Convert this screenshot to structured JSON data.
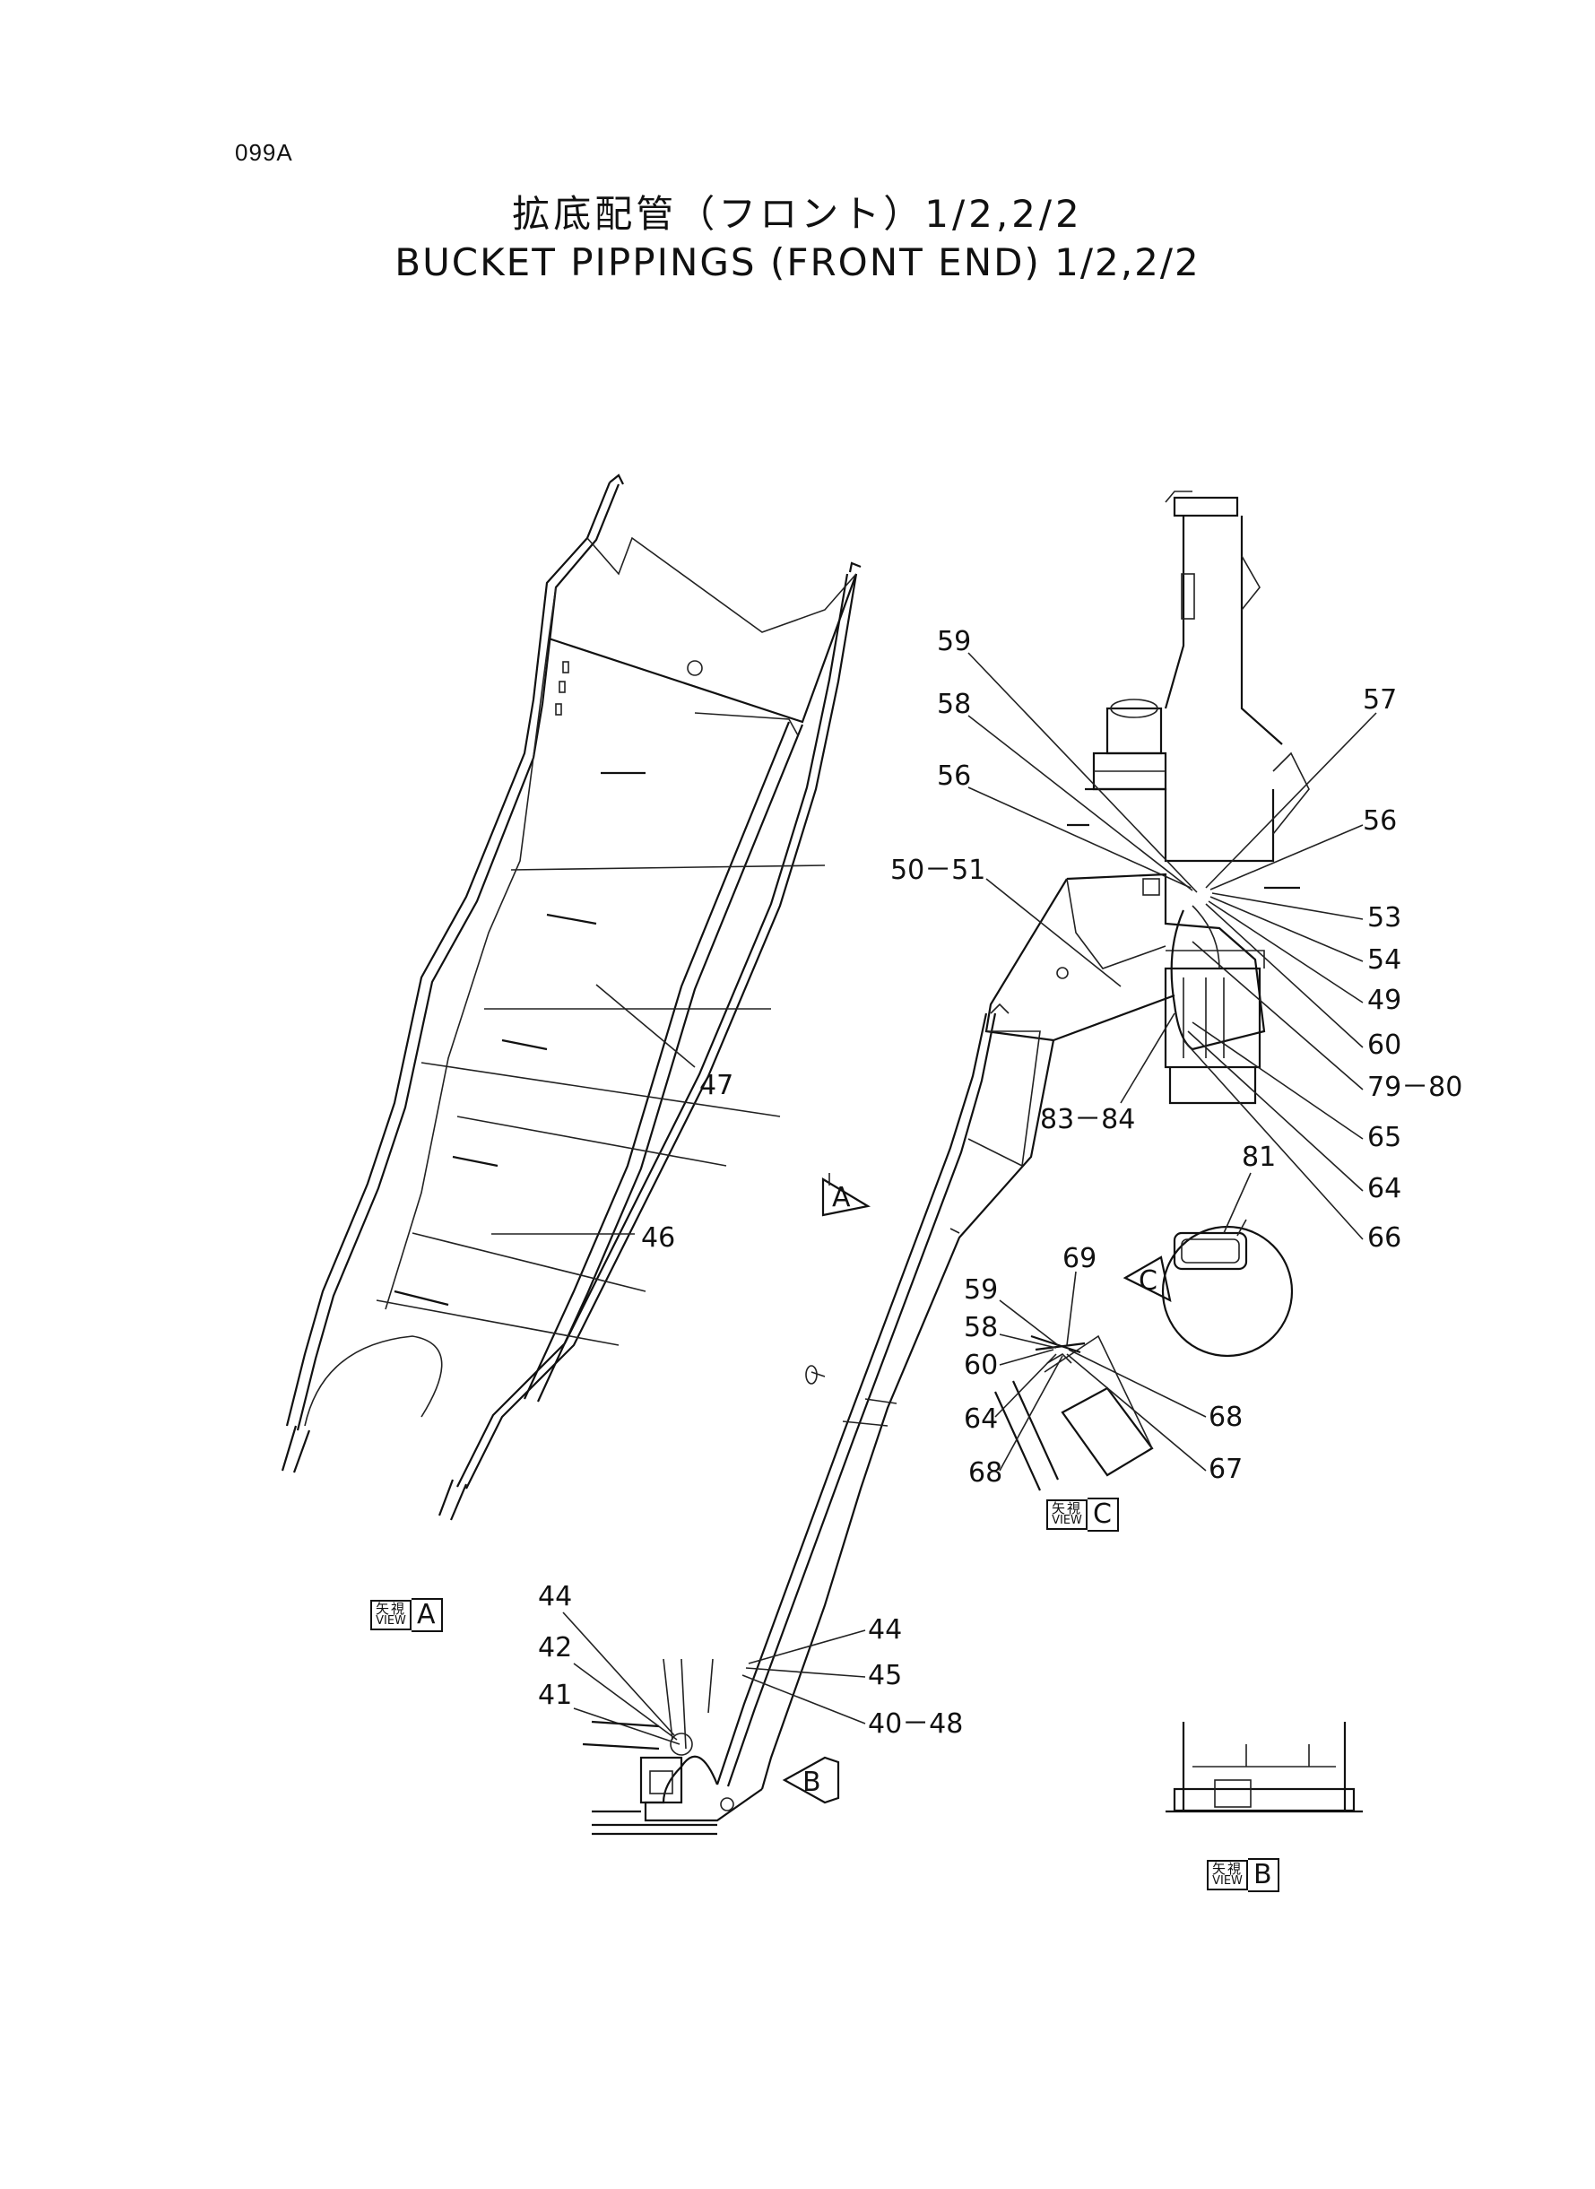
{
  "page_id": "099A",
  "title_jp": "拡底配管（フロント）1/2,2/2",
  "title_en": "BUCKET PIPPINGS (FRONT END) 1/2,2/2",
  "views": [
    {
      "jp": "矢視",
      "en": "VIEW",
      "letter": "A"
    },
    {
      "jp": "矢視",
      "en": "VIEW",
      "letter": "B"
    },
    {
      "jp": "矢視",
      "en": "VIEW",
      "letter": "C"
    }
  ],
  "arrow_markers": [
    "A",
    "B",
    "C"
  ],
  "callouts": {
    "c47": "47",
    "c46": "46",
    "c59": "59",
    "c58": "58",
    "c56a": "56",
    "c57": "57",
    "c56b": "56",
    "c5051": "50－51",
    "c53": "53",
    "c54": "54",
    "c49": "49",
    "c60": "60",
    "c7980": "79－80",
    "c8384": "83－84",
    "c65": "65",
    "c64": "64",
    "c66": "66",
    "c81": "81",
    "c69": "69",
    "c59b": "59",
    "c58b": "58",
    "c60b": "60",
    "c64b": "64",
    "c68a": "68",
    "c68b": "68",
    "c67": "67",
    "c44a": "44",
    "c42": "42",
    "c41": "41",
    "c44b": "44",
    "c45": "45",
    "c4048": "40－48"
  }
}
